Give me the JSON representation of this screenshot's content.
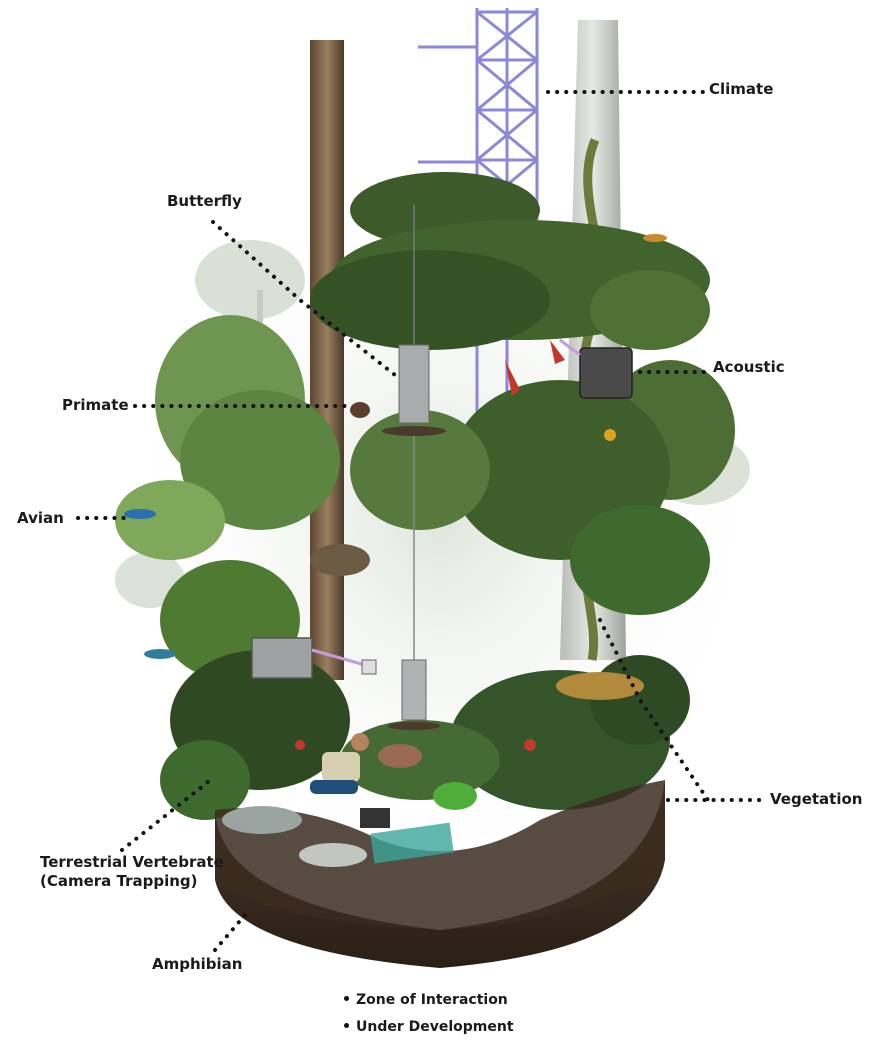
{
  "labels": {
    "climate": "Climate",
    "butterfly": "Butterfly",
    "acoustic": "Acoustic",
    "primate": "Primate",
    "avian": "Avian",
    "vegetation": "Vegetation",
    "terrestrial_line1": "Terrestrial Vertebrate",
    "terrestrial_line2": "(Camera Trapping)",
    "amphibian": "Amphibian"
  },
  "legend": {
    "item1": "Zone of Interaction",
    "item2": "Under Development"
  },
  "colors": {
    "tower": "#8c88d8",
    "foliage_dark": "#2f4a22",
    "foliage_mid": "#4f7a32",
    "foliage_light": "#7fa85a",
    "trunk": "#7a6248",
    "soil": "#3b2c20",
    "leader_dots": "#111111"
  }
}
